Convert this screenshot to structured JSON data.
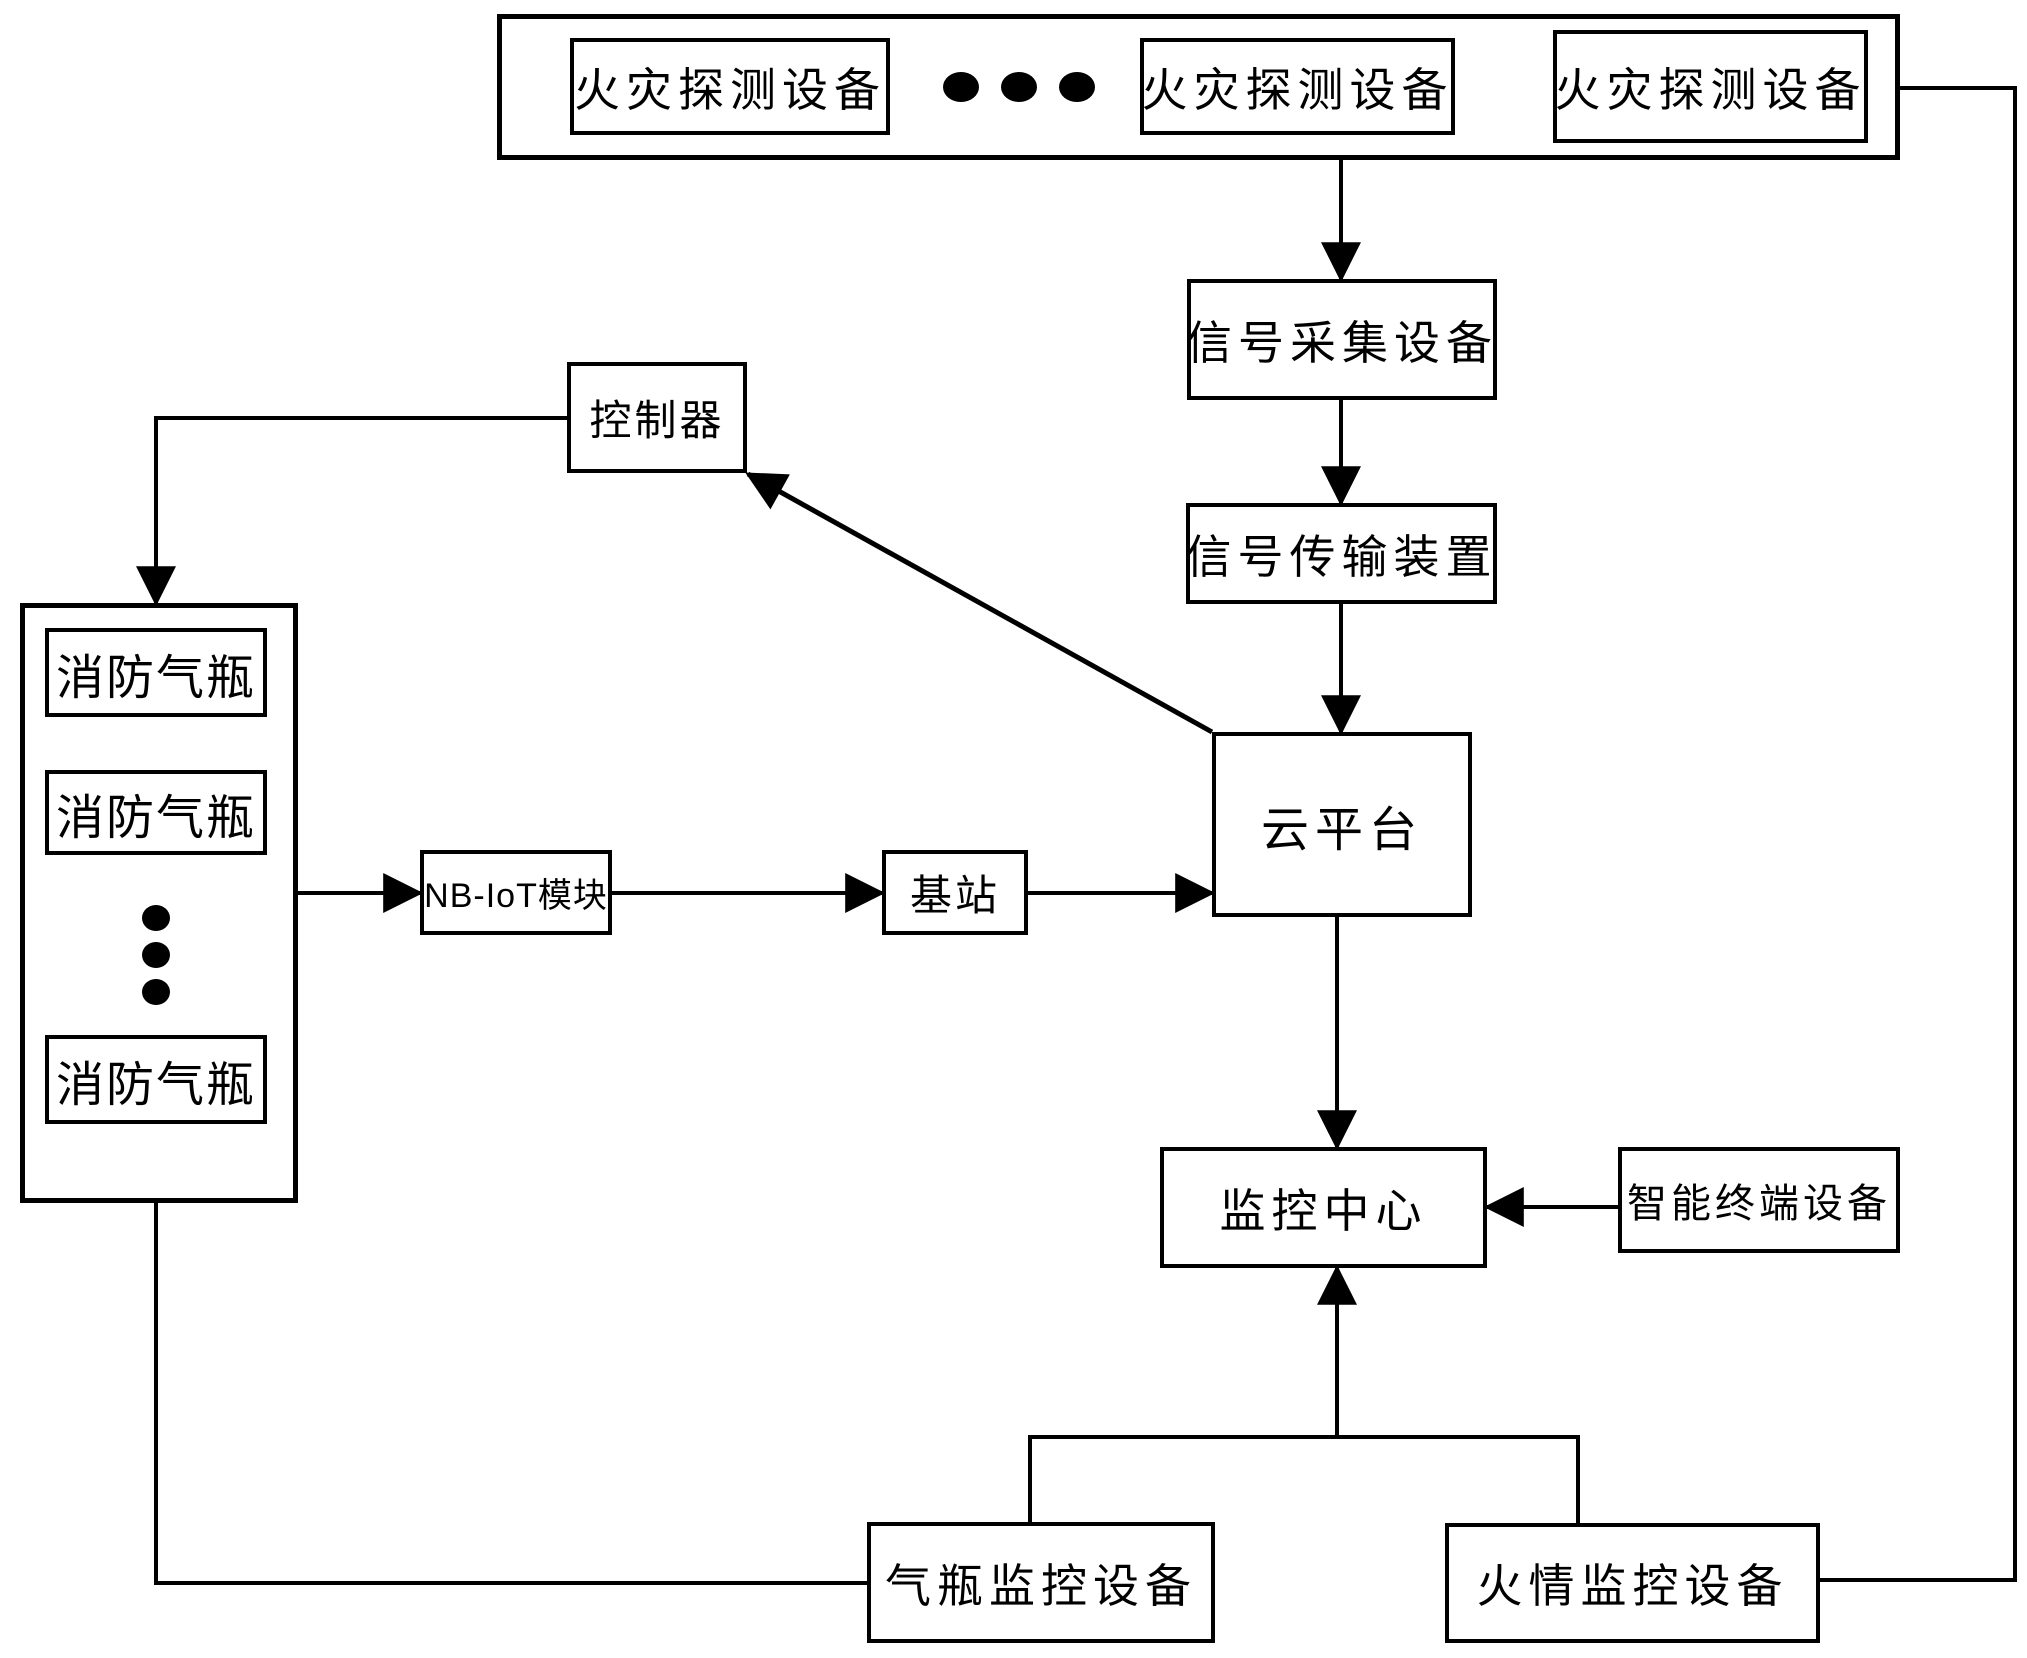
{
  "page": {
    "background": "#ffffff",
    "line_color": "#000000",
    "figure_type": "block-diagram"
  },
  "detector_group": {
    "detector_1": "火灾探测设备",
    "detector_2": "火灾探测设备",
    "detector_3": "火灾探测设备",
    "ellipsis_icon": "horizontal-dots"
  },
  "cylinder_group": {
    "cylinder_1": "消防气瓶",
    "cylinder_2": "消防气瓶",
    "cylinder_3": "消防气瓶",
    "ellipsis_icon": "vertical-dots"
  },
  "nodes": {
    "signal_collection": "信号采集设备",
    "signal_transmission": "信号传输装置",
    "cloud_platform": "云平台",
    "controller": "控制器",
    "nbiot_module": "NB-IoT模块",
    "base_station": "基站",
    "monitoring_center": "监控中心",
    "smart_terminal": "智能终端设备",
    "cylinder_monitoring": "气瓶监控设备",
    "fire_monitoring": "火情监控设备"
  }
}
